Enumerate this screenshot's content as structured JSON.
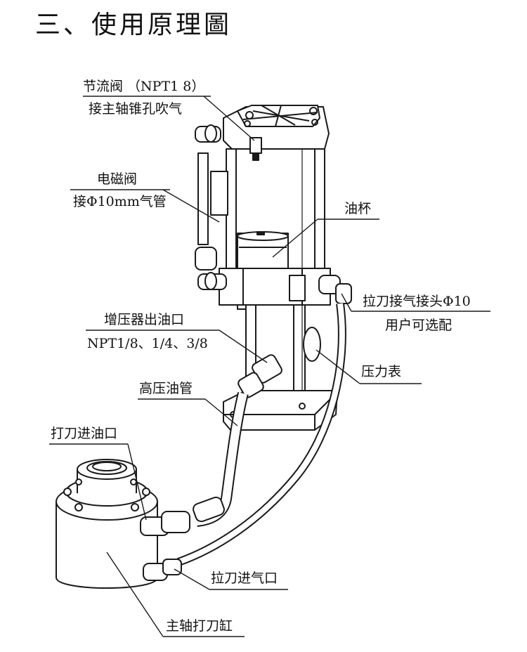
{
  "title": "三、使用原理圖",
  "labels": {
    "throttle_valve": "节流阀 （NPT1 8）",
    "throttle_valve_sub": "接主轴锥孔吹气",
    "solenoid_valve": "电磁阀",
    "solenoid_valve_sub": "接Φ10mm气管",
    "oil_cup": "油杯",
    "air_connector": "拉刀接气接头Φ10",
    "air_connector_sub": "用户可选配",
    "booster_outlet": "增压器出油口",
    "booster_outlet_sub": "NPT1/8、1/4、3/8",
    "pressure_gauge": "压力表",
    "hp_oil_pipe": "高压油管",
    "oil_inlet": "打刀进油口",
    "air_inlet": "拉刀进气口",
    "cylinder": "主轴打刀缸"
  },
  "colors": {
    "line": "#1a1a1a",
    "fill": "#ffffff",
    "shade": "#dcdcdc"
  }
}
